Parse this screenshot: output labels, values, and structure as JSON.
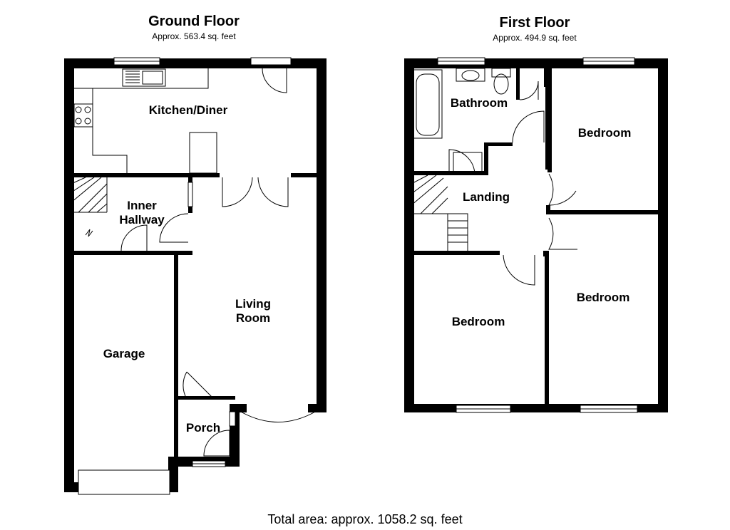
{
  "ground": {
    "title": "Ground Floor",
    "area": "Approx. 563.4 sq. feet",
    "rooms": {
      "kitchen": "Kitchen/Diner",
      "hall_line1": "Inner",
      "hall_line2": "Hallway",
      "living_line1": "Living",
      "living_line2": "Room",
      "garage": "Garage",
      "porch": "Porch"
    }
  },
  "first": {
    "title": "First Floor",
    "area": "Approx. 494.9 sq. feet",
    "rooms": {
      "bathroom": "Bathroom",
      "landing": "Landing",
      "bedroom_ne": "Bedroom",
      "bedroom_se": "Bedroom",
      "bedroom_sw": "Bedroom"
    }
  },
  "total": "Total area: approx. 1058.2 sq. feet"
}
